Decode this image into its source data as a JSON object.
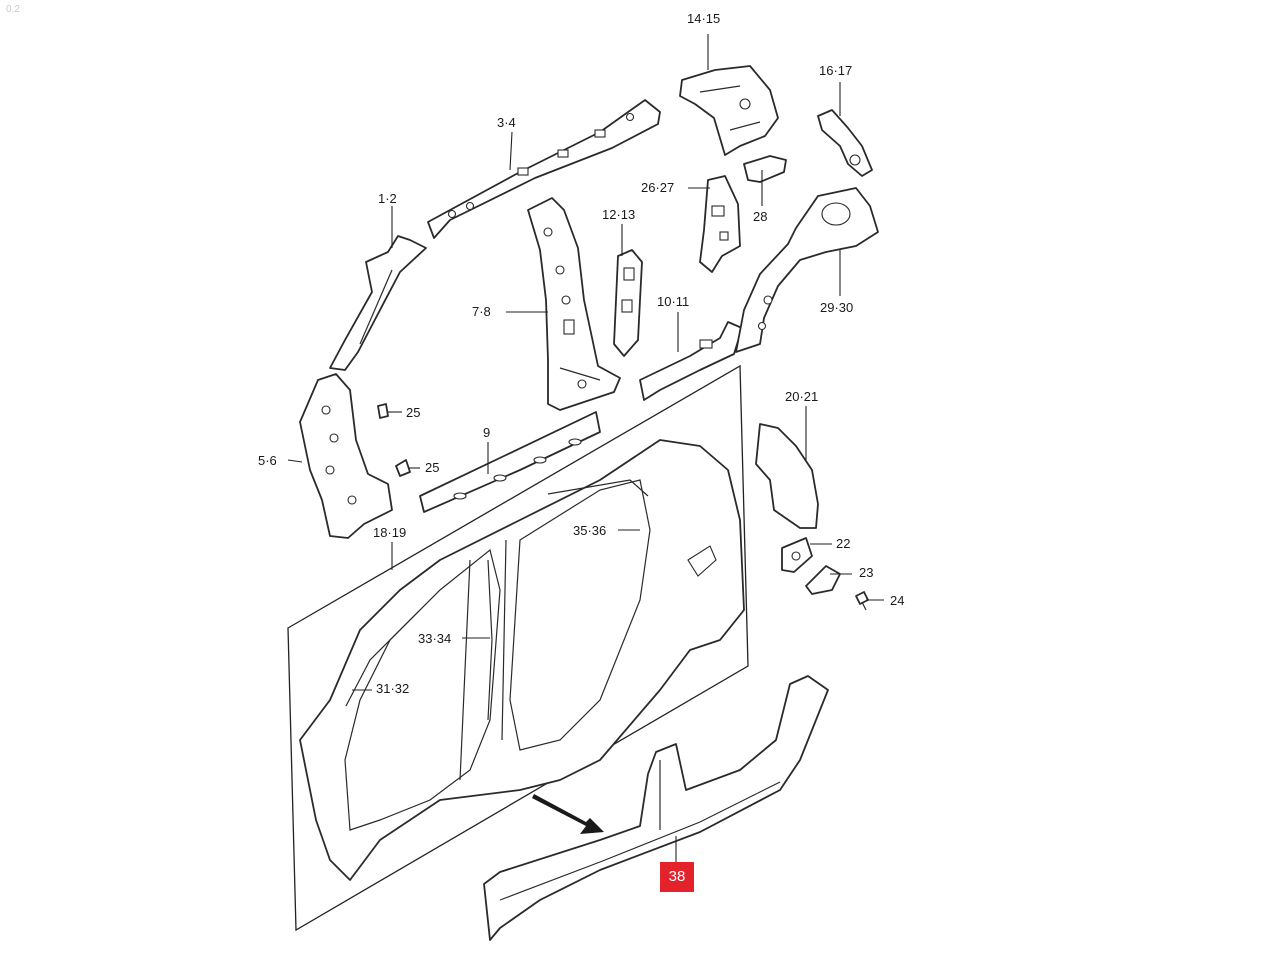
{
  "corner_mark": "0.2",
  "labels": {
    "l14_15": "14·15",
    "l16_17": "16·17",
    "l3_4": "3·4",
    "l1_2": "1·2",
    "l26_27": "26·27",
    "l28": "28",
    "l12_13": "12·13",
    "l7_8": "7·8",
    "l10_11": "10·11",
    "l29_30": "29·30",
    "l25a": "25",
    "l25b": "25",
    "l5_6": "5·6",
    "l9": "9",
    "l20_21": "20·21",
    "l18_19": "18·19",
    "l35_36": "35·36",
    "l22": "22",
    "l23": "23",
    "l24": "24",
    "l33_34": "33·34",
    "l31_32": "31·32",
    "l38": "38"
  },
  "colors": {
    "line": "#2a2a2a",
    "highlight_badge": "#e4222c"
  }
}
